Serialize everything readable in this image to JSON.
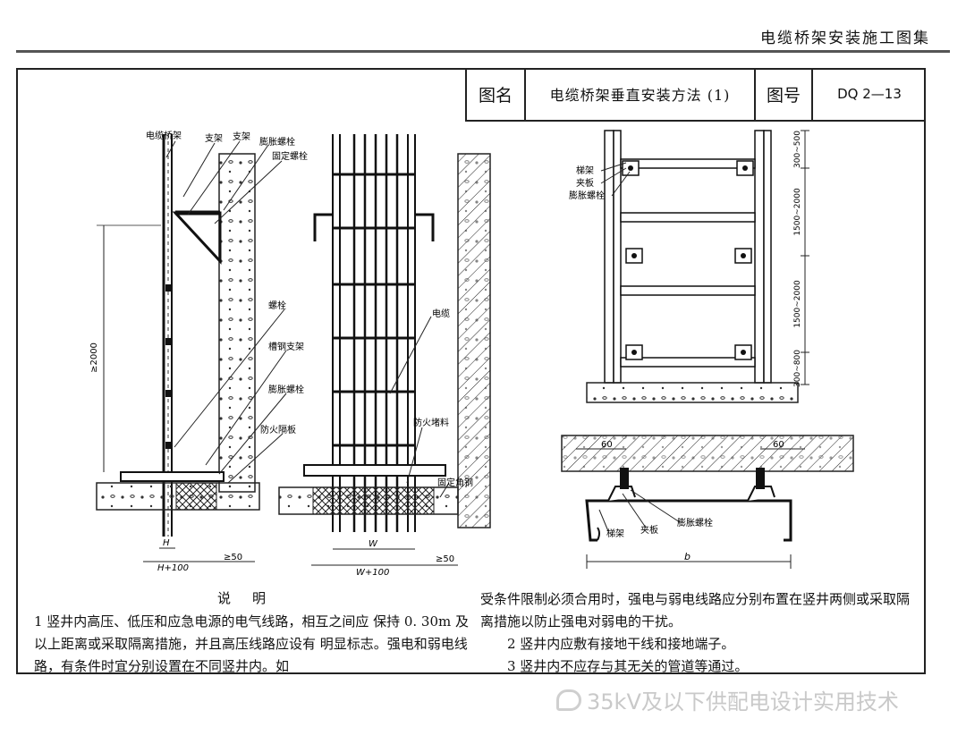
{
  "header": {
    "title": "电缆桥架安装施工图集"
  },
  "title_block": {
    "name_label": "图名",
    "name_value": "电缆桥架垂直安装方法 (1)",
    "number_label": "图号",
    "number_value": "DQ 2—13"
  },
  "diagram": {
    "side_view": {
      "labels": [
        "电缆桥架",
        "支架",
        "支架",
        "膨胀螺栓",
        "固定螺栓",
        "螺栓",
        "槽钢支架",
        "膨胀螺栓",
        "防火隔板"
      ],
      "dim_height": "≥2000",
      "dim_h": "H",
      "dim_h100": "H+100",
      "dim_50": "≥50"
    },
    "front_view": {
      "labels": [
        "电缆",
        "防火堵料",
        "固定角钢"
      ],
      "dim_w": "W",
      "dim_w100": "W+100",
      "dim_50": "≥50"
    },
    "ladder_view": {
      "labels": [
        "梯架",
        "夹板",
        "膨胀螺栓"
      ],
      "dims": [
        "300~500",
        "1500~2000",
        "1500~2000",
        "300~800"
      ]
    },
    "plan_view": {
      "labels": [
        "梯架",
        "夹板",
        "膨胀螺栓"
      ],
      "dim_60a": "60",
      "dim_60b": "60",
      "dim_b": "b"
    }
  },
  "notes": {
    "title": "说明",
    "left": "1 竖井内高压、低压和应急电源的电气线路，相互之间应 保持 0. 30m 及以上距离或采取隔离措施，并且高压线路应设有 明显标志。强电和弱电线路，有条件时宜分别设置在不同竖井内。如",
    "right_1": "受条件限制必须合用时，强电与弱电线路应分别布置在竖井两侧或采取隔离措施以防止强电对弱电的干扰。",
    "right_2": "2 竖井内应敷有接地干线和接地端子。",
    "right_3": "3 竖井内不应存与其无关的管道等通过。"
  },
  "watermark": {
    "text": "35kV及以下供配电设计实用技术",
    "icon": "wechat-icon"
  }
}
